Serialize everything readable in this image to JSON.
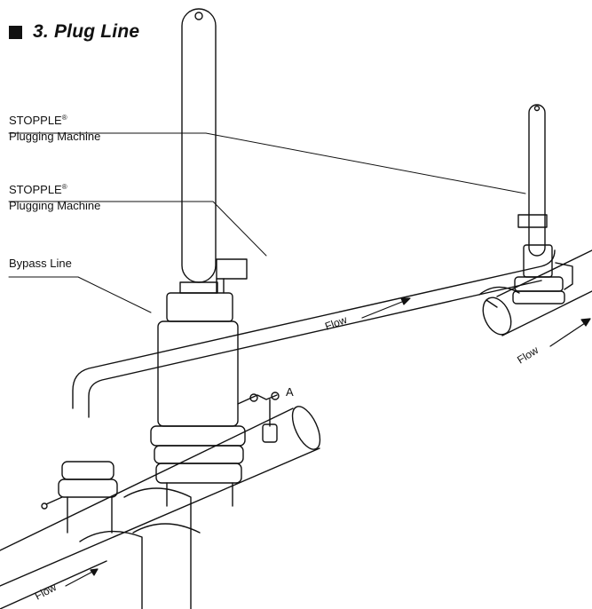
{
  "title": "3. Plug Line",
  "labels": {
    "machine_1_line1": "STOPPLE",
    "machine_1_reg": "®",
    "machine_1_line2": "Plugging Machine",
    "machine_2_line1": "STOPPLE",
    "machine_2_reg": "®",
    "machine_2_line2": "Plugging Machine",
    "bypass": "Bypass Line",
    "point_a": "A",
    "flow_bottom_left": "Flow",
    "flow_middle": "Flow",
    "flow_right": "Flow"
  },
  "colors": {
    "ink": "#111111",
    "paper": "#ffffff"
  }
}
